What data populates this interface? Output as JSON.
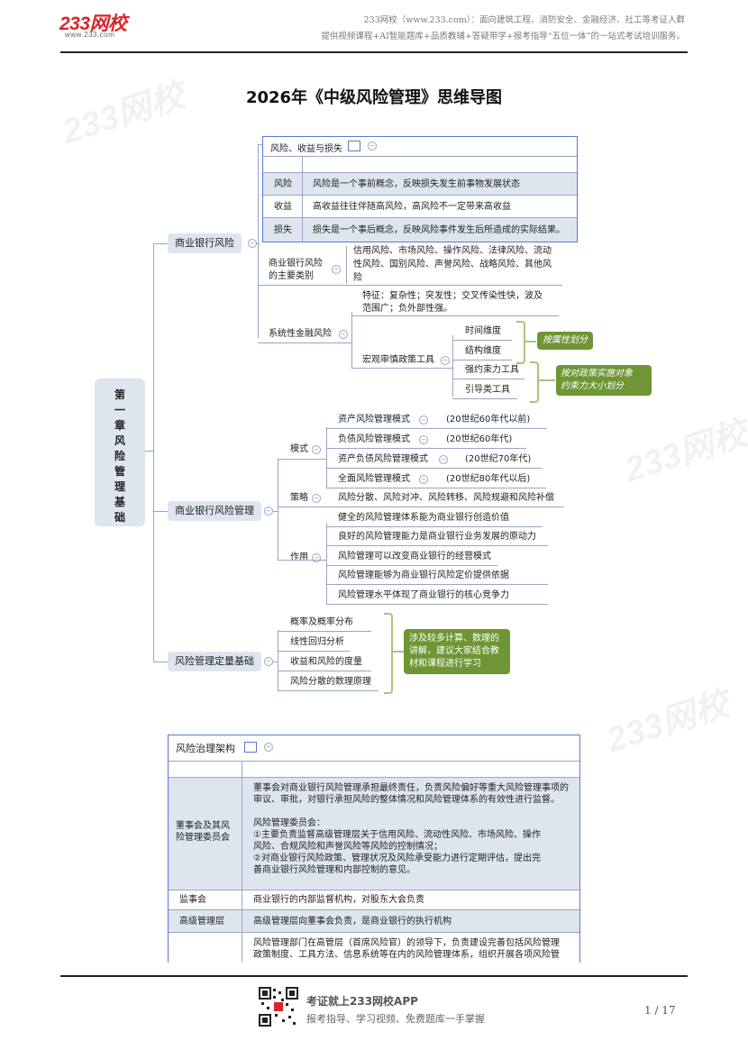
{
  "header": {
    "logo_text": "233网校",
    "logo_sub": "www.233.com",
    "line1": "233网校（www.233.com）：面向建筑工程、消防安全、金融经济、社工等考证人群",
    "line2": "提供视频课程+AI智能题库+品质教辅+答疑带学+报考指导“五位一体”的一站式考试培训服务。"
  },
  "title": "2026年《中级风险管理》思维导图",
  "watermark": "233网校",
  "chapter": [
    "第",
    "一",
    "章",
    "风",
    "险",
    "管",
    "理",
    "基",
    "础"
  ],
  "branch1": {
    "label": "商业银行风险",
    "table": {
      "header": "风险、收益与损失",
      "rows": [
        {
          "k": "风险",
          "v": "风险是一个事前概念，反映损失发生前事物发展状态"
        },
        {
          "k": "收益",
          "v": "高收益往往伴随高风险，高风险不一定带来高收益"
        },
        {
          "k": "损失",
          "v": "损失是一个事后概念，反映风险事件发生后所造成的实际结果。"
        }
      ]
    },
    "types_label_1": "商业银行风险",
    "types_label_2": "的主要类别",
    "types_text": [
      "信用风险、市场风险、操作风险、法律风险、流动",
      "性风险、国别风险、声誉风险、战略风险、其他风",
      "险"
    ],
    "systemic_label": "系统性金融风险",
    "systemic_feature": [
      "特征：复杂性；突发性；交叉传染性快，波及",
      "范围广；负外部性强。"
    ],
    "macro_label": "宏观审慎政策工具",
    "macro_items": [
      "时间维度",
      "结构维度",
      "强约束力工具",
      "引导类工具"
    ],
    "note_attr": "按属性划分",
    "note_policy": [
      "按对政策实施对象",
      "约束力大小划分"
    ]
  },
  "branch2": {
    "label": "商业银行风险管理",
    "mode_label": "模式",
    "modes": [
      {
        "name": "资产风险管理模式",
        "era": "(20世纪60年代以前)"
      },
      {
        "name": "负债风险管理模式",
        "era": "(20世纪60年代)"
      },
      {
        "name": "资产负债风险管理模式",
        "era": "(20世纪70年代)"
      },
      {
        "name": "全面风险管理模式",
        "era": "(20世纪80年代以后)"
      }
    ],
    "strategy_label": "策略",
    "strategy": "风险分散、风险对冲、风险转移、风险规避和风险补偿",
    "role_label": "作用",
    "roles": [
      "健全的风险管理体系能为商业银行创造价值",
      "良好的风险管理能力是商业银行业务发展的原动力",
      "风险管理可以改变商业银行的经营模式",
      "风险管理能够为商业银行风险定价提供依据",
      "风险管理水平体现了商业银行的核心竞争力"
    ]
  },
  "branch3": {
    "label": "风险管理定量基础",
    "items": [
      "概率及概率分布",
      "线性回归分析",
      "收益和风险的度量",
      "风险分散的数理原理"
    ],
    "note": [
      "涉及较多计算、数理的",
      "讲解，建议大家结合教",
      "材和课程进行学习"
    ]
  },
  "governance": {
    "header": "风险治理架构",
    "rows": [
      {
        "k": [
          "董事会及其风",
          "险管理委员会"
        ],
        "v": [
          "董事会对商业银行风险管理承担最终责任，负责风险偏好等重大风险管理事项的",
          "审议、审批，对银行承担风险的整体情况和风险管理体系的有效性进行监督。",
          "",
          "风险管理委员会：",
          "①主要负责监督高级管理层关于信用风险、流动性风险、市场风险、操作",
          "风险、合规风险和声誉风险等风险的控制情况；",
          "②对商业银行风险政策、管理状况及风险承受能力进行定期评估，提出完",
          "善商业银行风险管理和内部控制的意见。"
        ]
      },
      {
        "k": [
          "监事会"
        ],
        "v": [
          "商业银行的内部监督机构，对股东大会负责"
        ]
      },
      {
        "k": [
          "高级管理层"
        ],
        "v": [
          "高级管理层向董事会负责，是商业银行的执行机构"
        ]
      },
      {
        "k": [
          ""
        ],
        "v": [
          "风险管理部门在高管层（首席风险官）的领导下，负责建设完善包括风险管理",
          "政策制度、工具方法、信息系统等在内的风险管理体系，组织开展各项风险管"
        ]
      }
    ]
  },
  "footer": {
    "line1": "考证就上233网校APP",
    "line2": "报考指导、学习视频、免费题库一手掌握",
    "page": "1 / 17"
  },
  "colors": {
    "accent": "#d8262b",
    "node_bg": "#dfe5ef",
    "line": "#9aa5c4",
    "table_border": "#5b78d8",
    "note_green": "#6e9635"
  }
}
